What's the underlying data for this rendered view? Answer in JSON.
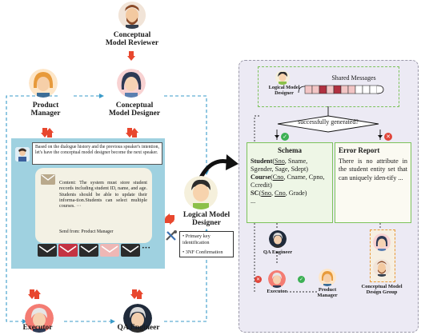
{
  "left_panel": {
    "roles": {
      "reviewer": "Conceptual\nModel Reviewer",
      "product_manager": "Product\nManager",
      "conceptual_designer": "Conceptual\nModel Designer",
      "logical_designer": "Logical Model\nDesigner",
      "executor": "Executor",
      "qa_engineer": "QA Engineer"
    },
    "chat_bubble": "Based on the dialogue history and the previous speaker's intention, let's have the conceptual model designer become the next speaker.",
    "message": {
      "content": "Content: The system must store student records including student ID, name, and age. Students should be able to update their informa-tion.Students can select multiple courses. ···",
      "sender": "Send from: Product Manager"
    },
    "envelope_more": "···",
    "tasks": [
      "• Primary key identification",
      "• 3NF Confirmation"
    ]
  },
  "right_panel": {
    "shared_messages_label": "Shared Messages",
    "logical_designer_label": "Logical Model\nDesigner",
    "decision_label": "successfully generated?",
    "schema": {
      "title": "Schema",
      "lines": [
        "Student(Sno, Sname, Sgender, Sage, Sdept)",
        "Course(Cno, Cname, Cpno, Ccredit)",
        "SC(Sno, Cno, Grade)",
        "..."
      ]
    },
    "error_report": {
      "title": "Error Report",
      "text": "There is no attribute in the student entity set that can uniquely iden-tify ..."
    },
    "qa_label": "QA Engineer",
    "executor_label": "Executor",
    "product_manager_label": "Product\nManager",
    "group_label": "Conceptual Model\nDesign Group"
  },
  "colors": {
    "arrow_red": "#e8472e",
    "dashed_blue": "#3a9bc9",
    "center_panel": "#9fd1e0",
    "right_panel_bg": "#eceaf4",
    "schema_bg": "#eef6e6",
    "dashed_green": "#7cc25a",
    "queue_fill": "#f2c5c5",
    "queue_dark": "#b03040"
  }
}
